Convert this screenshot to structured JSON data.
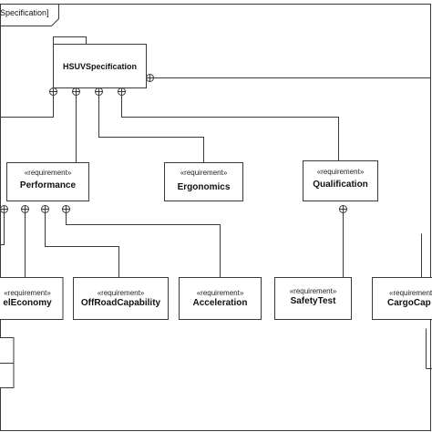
{
  "frame": {
    "title": "Specification]"
  },
  "package": {
    "name": "HSUVSpecification"
  },
  "stereotype": "«requirement»",
  "requirements": [
    {
      "id": "performance",
      "name": "Performance"
    },
    {
      "id": "ergonomics",
      "name": "Ergonomics"
    },
    {
      "id": "qualification",
      "name": "Qualification"
    },
    {
      "id": "fuel-economy",
      "name": "elEconomy"
    },
    {
      "id": "offroad",
      "name": "OffRoadCapability"
    },
    {
      "id": "acceleration",
      "name": "Acceleration"
    },
    {
      "id": "safety-test",
      "name": "SafetyTest"
    },
    {
      "id": "cargo",
      "name": "CargoCap"
    }
  ],
  "colors": {
    "line": "#3a3a3a",
    "box_fill": "#ffffff",
    "background": "#ffffff"
  }
}
